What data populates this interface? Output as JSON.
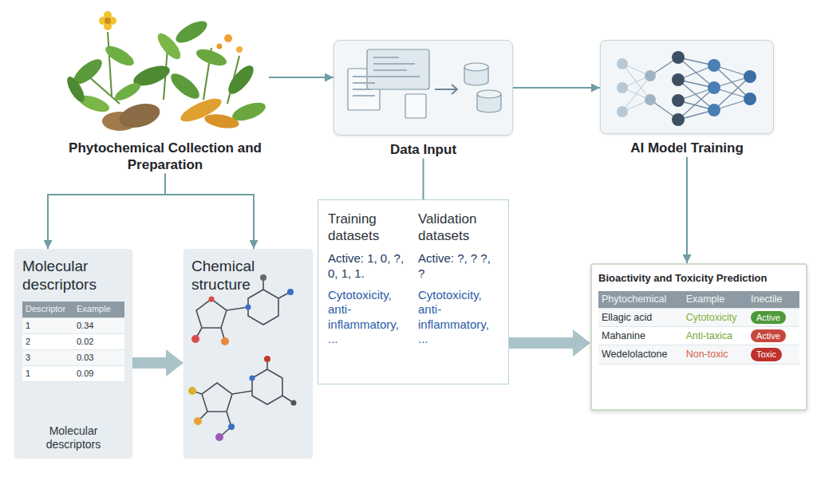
{
  "diagram": {
    "nodes": [
      {
        "text": [
          "Phytochemical Collection and Preparation"
        ]
      },
      {
        "text": [
          "Data Input"
        ]
      },
      {
        "text": [
          "AI Model Training"
        ]
      },
      {
        "text": [
          "Molecular descriptors",
          "Molecular descriptors"
        ]
      },
      {
        "text": [
          "Chemical structure"
        ]
      },
      {
        "text": [
          "Training datasets",
          "Active: 1, 0, ?, 0, 1, 1.",
          "Cytotoxicity, anti-inflammatory, ...",
          "Validation datasets",
          "Active: ?, ? ?, ?",
          "Cytotoxicity, anti-inflammatory, ..."
        ]
      },
      {
        "text": [
          "Bioactivity and Toxicity Prediction"
        ]
      }
    ],
    "edges": [
      {
        "from": 0,
        "to": 1,
        "arrow": "to"
      },
      {
        "from": 1,
        "to": 2,
        "arrow": "to"
      },
      {
        "from": 2,
        "to": 6,
        "arrow": "to"
      },
      {
        "from": 0,
        "to": 3,
        "arrow": "to"
      },
      {
        "from": 0,
        "to": 4,
        "arrow": "to"
      },
      {
        "from": 3,
        "to": 4,
        "arrow": "to"
      },
      {
        "from": 1,
        "to": 5,
        "arrow": "none"
      },
      {
        "from": 5,
        "to": 6,
        "arrow": "to"
      }
    ],
    "labels": [
      "Descriptor",
      "Example",
      "1",
      "0.34",
      "2",
      "0.02",
      "3",
      "0.03",
      "1",
      "0.09",
      "Phytochemical",
      "Example",
      "Inectile",
      "Ellagic acid",
      "Cytotoxicity",
      "Active",
      "Mahanine",
      "Anti-taxica",
      "Active",
      "Wedelolactone",
      "Non-toxic",
      "Toxic"
    ]
  }
}
